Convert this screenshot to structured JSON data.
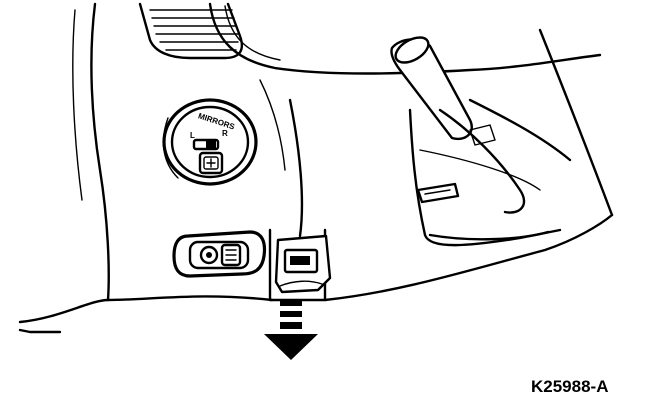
{
  "figure": {
    "reference_code": "K25988-A"
  },
  "mirror_switch": {
    "title": "MIRRORS",
    "left_label": "L",
    "right_label": "R"
  }
}
